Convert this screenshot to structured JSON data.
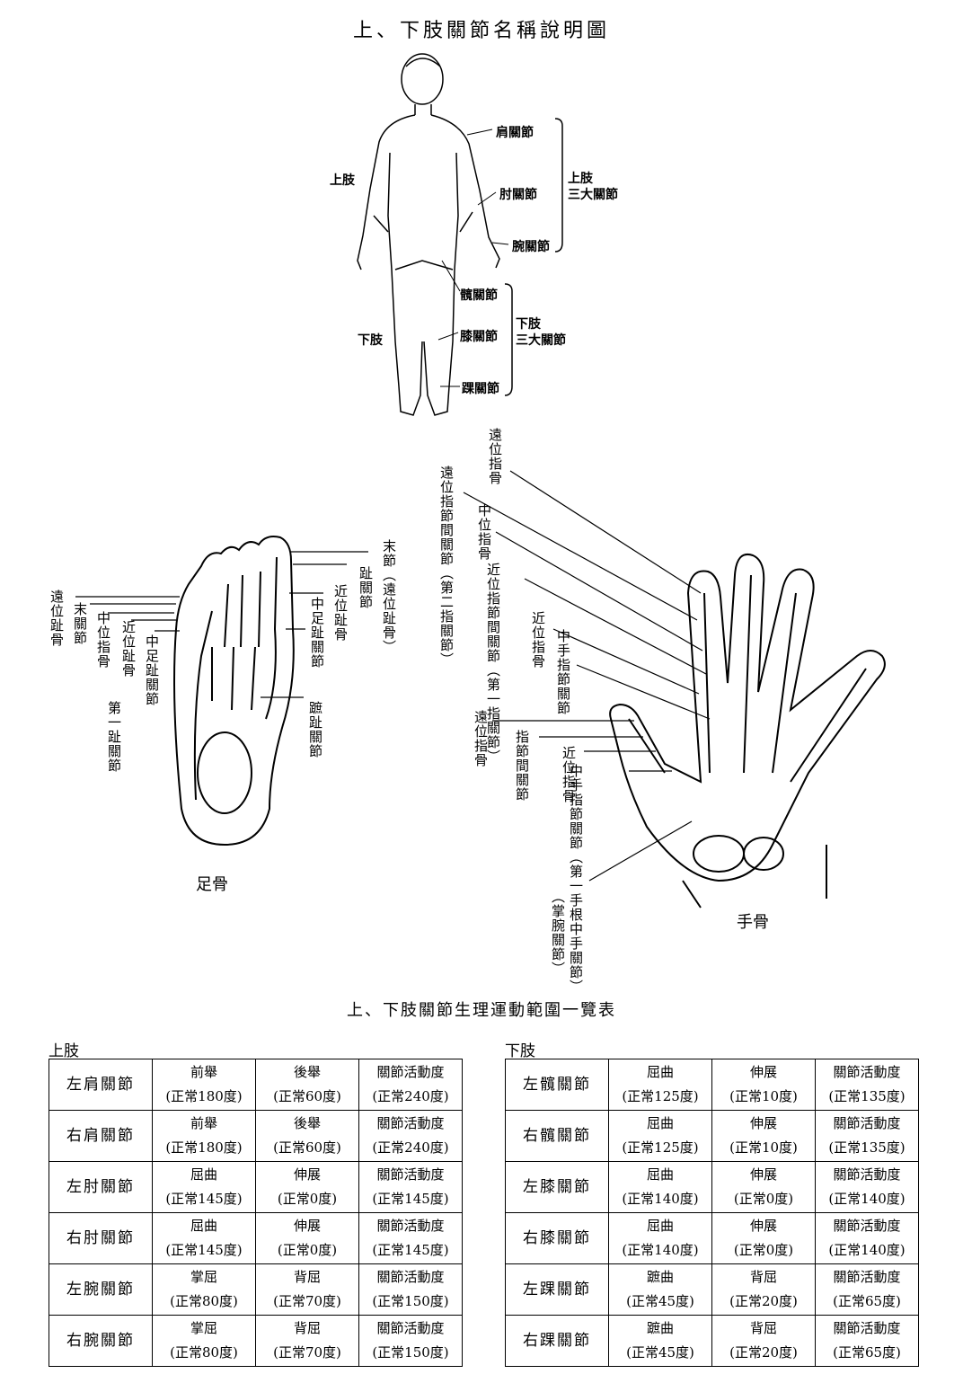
{
  "title": "上、下肢關節名稱說明圖",
  "body_figure": {
    "left_labels": [
      "上肢",
      "下肢"
    ],
    "upper_joints": [
      "肩關節",
      "肘關節",
      "腕關節"
    ],
    "upper_group": "上肢\n三大關節",
    "lower_joints": [
      "髖關節",
      "膝關節",
      "踝關節"
    ],
    "lower_group": "下肢\n三大關節"
  },
  "foot_figure": {
    "caption": "足骨",
    "labels": [
      "遠位趾骨",
      "末關節",
      "中位指骨",
      "近位趾骨",
      "中足趾關節",
      "第一趾關節",
      "趾關節",
      "近位趾骨",
      "中足趾關節",
      "蹠趾關節",
      "末節（遠位趾骨）"
    ]
  },
  "hand_figure": {
    "caption": "手骨",
    "labels": [
      "遠位指骨",
      "遠位指節間關節（第二指關節）",
      "中位指骨",
      "近位指節間關節（第一指關節）",
      "近位指骨",
      "中手指節關節",
      "遠位指骨",
      "指節間關節",
      "近位指骨",
      "中手指節關節（第一手根中手關節）",
      "（掌腕關節）"
    ]
  },
  "table_title": "上、下肢關節生理運動範圍一覽表",
  "upper_table": {
    "label": "上肢",
    "rows": [
      {
        "joint": "左肩關節",
        "m1": "前舉",
        "v1": "(正常180度)",
        "m2": "後舉",
        "v2": "(正常60度)",
        "m3": "關節活動度",
        "v3": "(正常240度)"
      },
      {
        "joint": "右肩關節",
        "m1": "前舉",
        "v1": "(正常180度)",
        "m2": "後舉",
        "v2": "(正常60度)",
        "m3": "關節活動度",
        "v3": "(正常240度)"
      },
      {
        "joint": "左肘關節",
        "m1": "屈曲",
        "v1": "(正常145度)",
        "m2": "伸展",
        "v2": "(正常0度)",
        "m3": "關節活動度",
        "v3": "(正常145度)"
      },
      {
        "joint": "右肘關節",
        "m1": "屈曲",
        "v1": "(正常145度)",
        "m2": "伸展",
        "v2": "(正常0度)",
        "m3": "關節活動度",
        "v3": "(正常145度)"
      },
      {
        "joint": "左腕關節",
        "m1": "掌屈",
        "v1": "(正常80度)",
        "m2": "背屈",
        "v2": "(正常70度)",
        "m3": "關節活動度",
        "v3": "(正常150度)"
      },
      {
        "joint": "右腕關節",
        "m1": "掌屈",
        "v1": "(正常80度)",
        "m2": "背屈",
        "v2": "(正常70度)",
        "m3": "關節活動度",
        "v3": "(正常150度)"
      }
    ]
  },
  "lower_table": {
    "label": "下肢",
    "rows": [
      {
        "joint": "左髖關節",
        "m1": "屈曲",
        "v1": "(正常125度)",
        "m2": "伸展",
        "v2": "(正常10度)",
        "m3": "關節活動度",
        "v3": "(正常135度)"
      },
      {
        "joint": "右髖關節",
        "m1": "屈曲",
        "v1": "(正常125度)",
        "m2": "伸展",
        "v2": "(正常10度)",
        "m3": "關節活動度",
        "v3": "(正常135度)"
      },
      {
        "joint": "左膝關節",
        "m1": "屈曲",
        "v1": "(正常140度)",
        "m2": "伸展",
        "v2": "(正常0度)",
        "m3": "關節活動度",
        "v3": "(正常140度)"
      },
      {
        "joint": "右膝關節",
        "m1": "屈曲",
        "v1": "(正常140度)",
        "m2": "伸展",
        "v2": "(正常0度)",
        "m3": "關節活動度",
        "v3": "(正常140度)"
      },
      {
        "joint": "左踝關節",
        "m1": "蹠曲",
        "v1": "(正常45度)",
        "m2": "背屈",
        "v2": "(正常20度)",
        "m3": "關節活動度",
        "v3": "(正常65度)"
      },
      {
        "joint": "右踝關節",
        "m1": "蹠曲",
        "v1": "(正常45度)",
        "m2": "背屈",
        "v2": "(正常20度)",
        "m3": "關節活動度",
        "v3": "(正常65度)"
      }
    ]
  }
}
